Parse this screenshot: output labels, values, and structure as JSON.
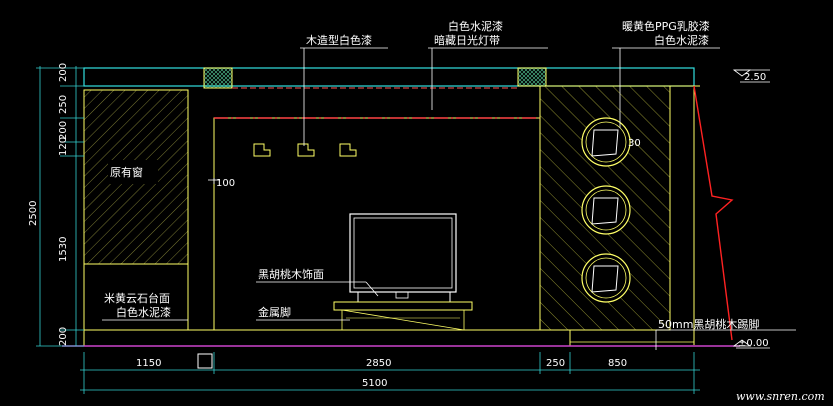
{
  "colors": {
    "background": "#000000",
    "wall": "#ffff66",
    "ceiling": "#33e0e0",
    "dimension": "#33d0d0",
    "floor_line": "#cc44cc",
    "break_line": "#ff2222",
    "leader": "#ffffff",
    "light_strip": "#ff4444"
  },
  "labels": {
    "wood_white_paint": "木造型白色漆",
    "white_cement_paint": "白色水泥漆",
    "hidden_light_strip": "暗藏日光灯带",
    "warm_yellow_ppg_latex": "暖黄色PPG乳胶漆",
    "white_cement_paint_2": "白色水泥漆",
    "existing_window": "原有窗",
    "walnut_finish": "黑胡桃木饰面",
    "metal_legs": "金属脚",
    "beige_marble_top": "米黄云石台面",
    "white_cement_paint_3": "白色水泥漆",
    "walnut_skirting": "50mm黑胡桃木踢脚",
    "level_top": "2.50",
    "level_floor": "±0.00",
    "mark_100": "100",
    "mark_30": "30"
  },
  "vertical_dims": [
    "200",
    "250",
    "200",
    "120",
    "1530",
    "200",
    "2500"
  ],
  "horizontal_dims": [
    "1150",
    "2850",
    "250",
    "850",
    "5100"
  ],
  "watermark": "www.snren.com"
}
